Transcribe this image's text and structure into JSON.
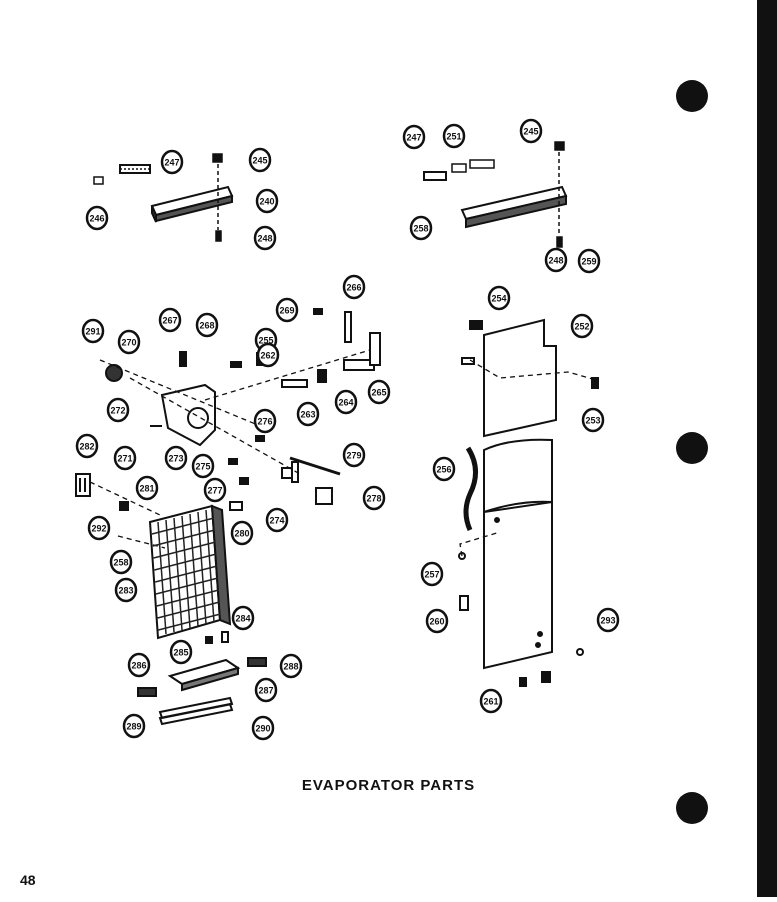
{
  "caption": "EVAPORATOR PARTS",
  "page_number": "48",
  "callouts": [
    "240",
    "245",
    "246",
    "247",
    "248",
    "251",
    "252",
    "253",
    "254",
    "255",
    "256",
    "257",
    "258",
    "259",
    "260",
    "261",
    "262",
    "263",
    "264",
    "265",
    "266",
    "267",
    "268",
    "269",
    "270",
    "271",
    "272",
    "273",
    "274",
    "275",
    "276",
    "277",
    "278",
    "279",
    "280",
    "281",
    "282",
    "283",
    "284",
    "285",
    "286",
    "287",
    "288",
    "289",
    "290",
    "291",
    "292",
    "293"
  ],
  "colors": {
    "ink": "#111111",
    "paper": "#ffffff"
  }
}
